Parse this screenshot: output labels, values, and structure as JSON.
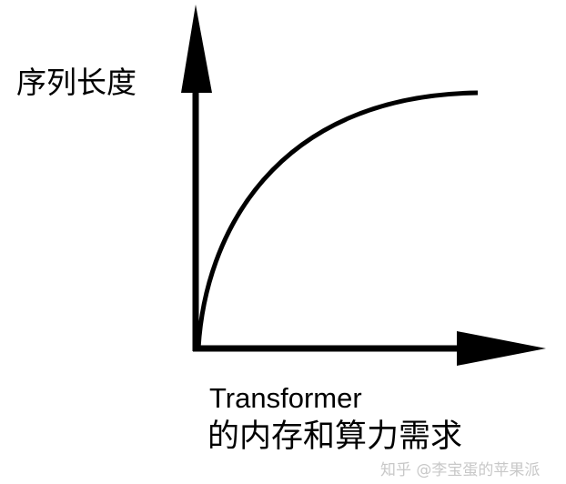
{
  "y_axis_label": "序列长度",
  "x_axis_label_line1": "Transformer",
  "x_axis_label_line2": "的内存和算力需求",
  "watermark": "知乎 @李宝蛋的苹果派",
  "curve_shape": "concave-increasing-saturating",
  "colors": {
    "axis": "#000000",
    "curve": "#000000",
    "watermark": "#c8c8c8"
  }
}
